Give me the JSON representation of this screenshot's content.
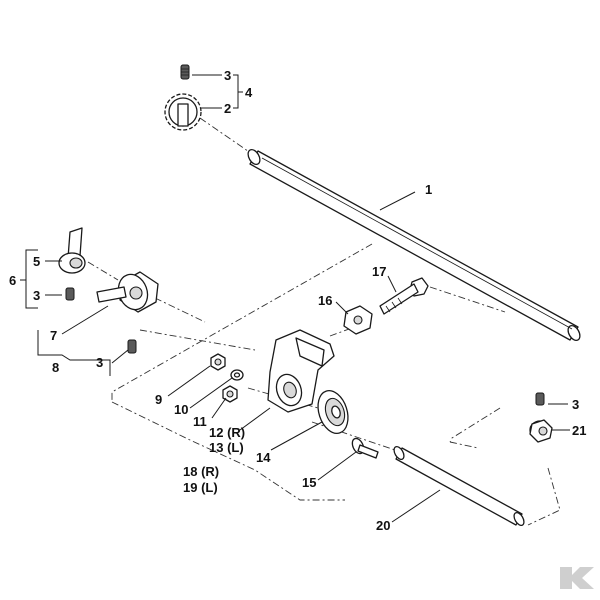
{
  "diagram": {
    "type": "exploded-parts-diagram",
    "callouts": {
      "c1": "1",
      "c2": "2",
      "c3_top": "3",
      "c4": "4",
      "c5": "5",
      "c6": "6",
      "c3_left_upper": "3",
      "c7": "7",
      "c3_left_lower": "3",
      "c8": "8",
      "c9": "9",
      "c10": "10",
      "c11": "11",
      "c12": "12 (R)",
      "c13": "13 (L)",
      "c14": "14",
      "c15": "15",
      "c16": "16",
      "c17": "17",
      "c18": "18 (R)",
      "c19": "19 (L)",
      "c20": "20",
      "c3_right": "3",
      "c21": "21"
    },
    "logo": {
      "name": "k-brand-logo",
      "color": "#cfcfcf"
    }
  }
}
